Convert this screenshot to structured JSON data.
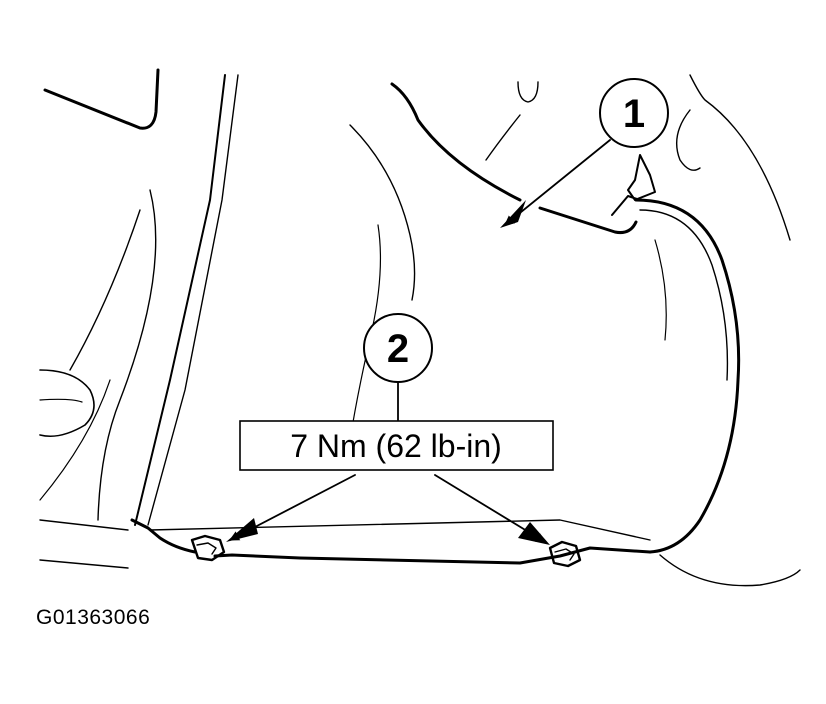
{
  "callouts": [
    {
      "id": "1"
    },
    {
      "id": "2"
    }
  ],
  "torque_spec": "7 Nm (62 lb-in)",
  "figure_id": "G01363066",
  "colors": {
    "line": "#000000",
    "background": "#ffffff"
  }
}
